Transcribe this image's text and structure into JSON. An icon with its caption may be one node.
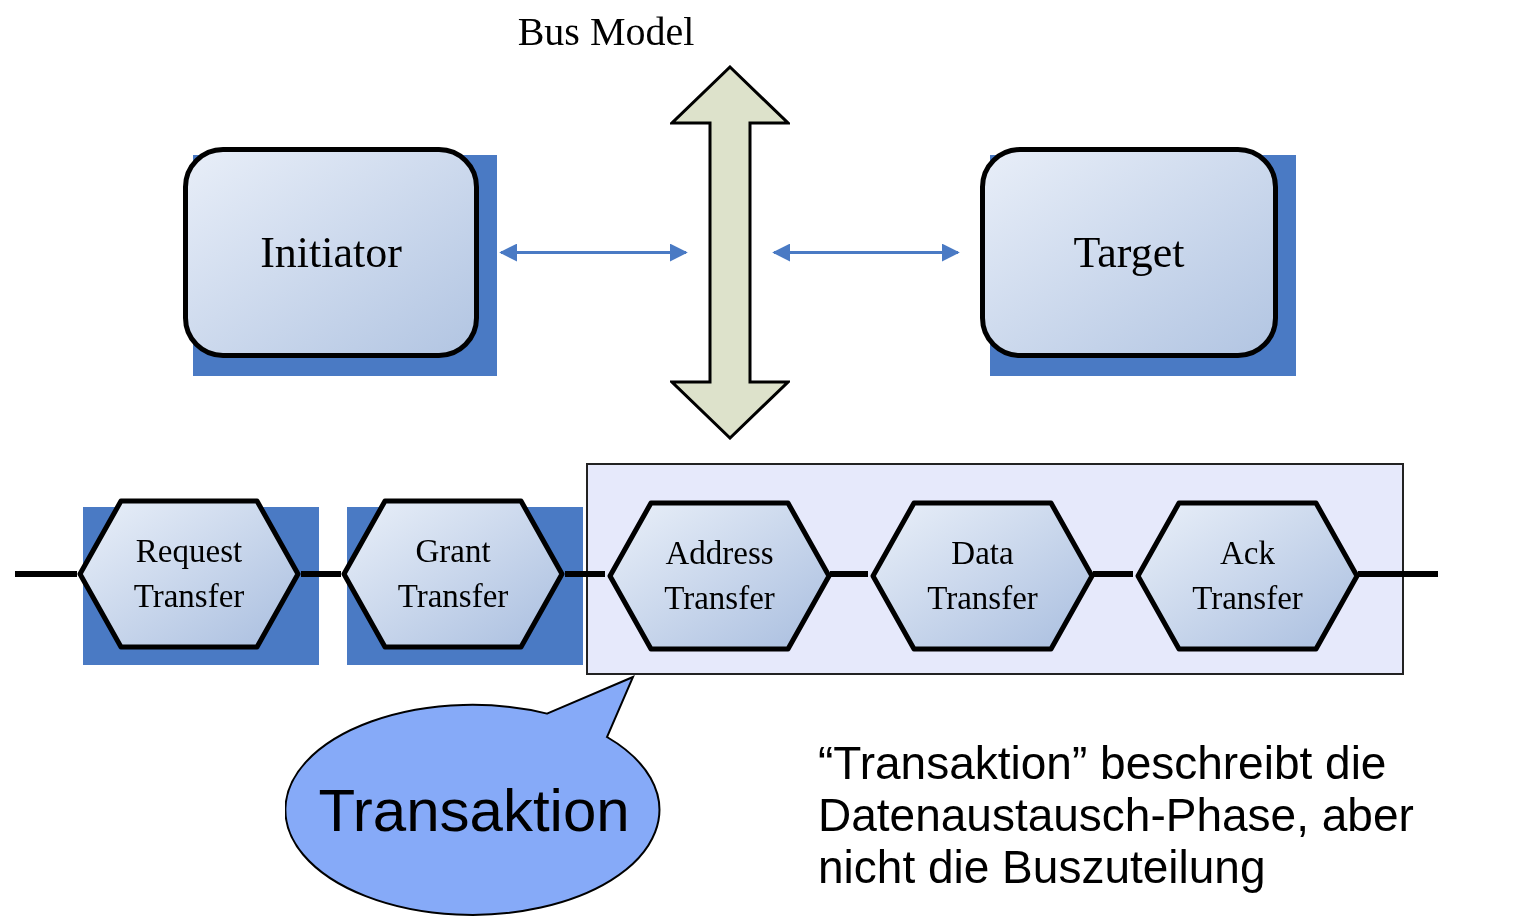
{
  "diagram": {
    "title": "Bus Model",
    "nodes": [
      {
        "text": [
          "Initiator"
        ]
      },
      {
        "text": [
          "Target"
        ]
      },
      {
        "text": [],
        "shape": "bar"
      },
      {
        "text": [],
        "shape": "box"
      },
      {
        "text": [
          "Request Transfer"
        ]
      },
      {
        "text": [
          "Grant Transfer"
        ]
      },
      {
        "text": [
          "Address Transfer"
        ],
        "in": 3
      },
      {
        "text": [
          "Data Transfer"
        ],
        "in": 3
      },
      {
        "text": [
          "Ack Transfer"
        ],
        "in": 3
      },
      {
        "text": [
          "Transaktion"
        ]
      }
    ],
    "edges": [
      {
        "from": 0,
        "to": 2,
        "arrow": "both",
        "color": "#4a7ac4"
      },
      {
        "from": 2,
        "to": 1,
        "arrow": "both",
        "color": "#4a7ac4"
      },
      {
        "from": null,
        "to": 4,
        "arrow": "none"
      },
      {
        "from": 4,
        "to": 5,
        "arrow": "none"
      },
      {
        "from": 5,
        "to": 6,
        "arrow": "none"
      },
      {
        "from": 6,
        "to": 7,
        "arrow": "none"
      },
      {
        "from": 7,
        "to": 8,
        "arrow": "none"
      },
      {
        "from": 8,
        "to": null,
        "arrow": "none"
      }
    ],
    "labels": [
      "“Transaktion” beschreibt die Datenaustausch-Phase, aber nicht die Buszuteilung"
    ]
  }
}
